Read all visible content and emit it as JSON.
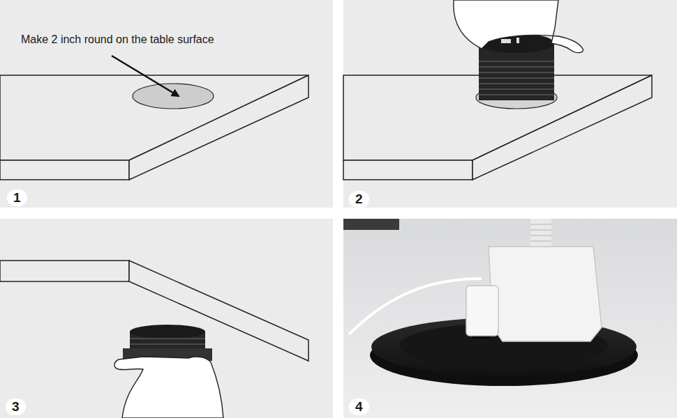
{
  "diagram": {
    "labels": [
      "Make 2 inch round on the table surface",
      "1",
      "2",
      "3",
      "4"
    ]
  }
}
